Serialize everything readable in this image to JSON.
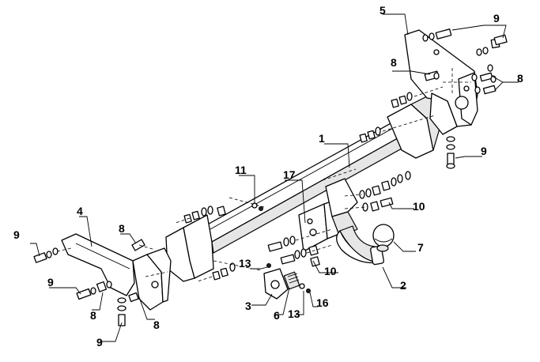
{
  "callouts": {
    "c1": "1",
    "c2": "2",
    "c3": "3",
    "c4": "4",
    "c5": "5",
    "c6": "6",
    "c7": "7",
    "c8a": "8",
    "c8b": "8",
    "c8c": "8",
    "c8d": "8",
    "c8e": "8",
    "c9a": "9",
    "c9b": "9",
    "c9c": "9",
    "c9d": "9",
    "c9e": "9",
    "c10a": "10",
    "c10b": "10",
    "c11": "11",
    "c13a": "13",
    "c13b": "13",
    "c16": "16",
    "c17": "17"
  }
}
